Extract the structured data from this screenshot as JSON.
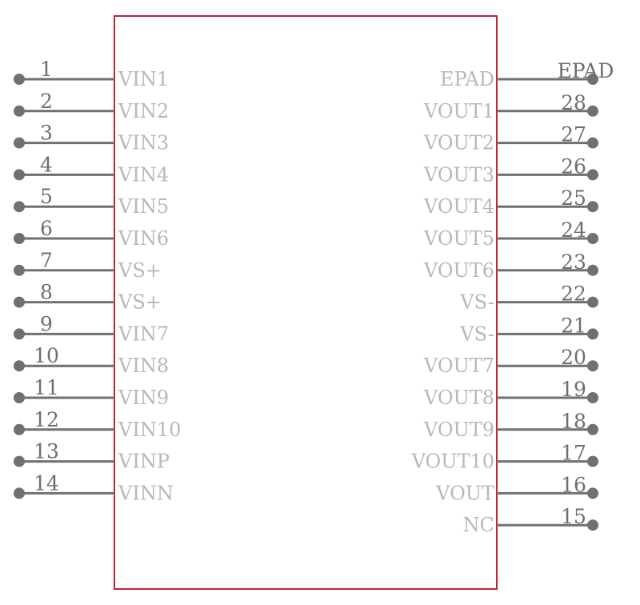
{
  "component": {
    "body_color": "#c0243c",
    "pin_color": "#707070",
    "pin_number_color": "#6e6e6e",
    "pin_name_color": "#b8b8b8"
  },
  "left_pins": [
    {
      "number": "1",
      "name": "VIN1"
    },
    {
      "number": "2",
      "name": "VIN2"
    },
    {
      "number": "3",
      "name": "VIN3"
    },
    {
      "number": "4",
      "name": "VIN4"
    },
    {
      "number": "5",
      "name": "VIN5"
    },
    {
      "number": "6",
      "name": "VIN6"
    },
    {
      "number": "7",
      "name": "VS+"
    },
    {
      "number": "8",
      "name": "VS+"
    },
    {
      "number": "9",
      "name": "VIN7"
    },
    {
      "number": "10",
      "name": "VIN8"
    },
    {
      "number": "11",
      "name": "VIN9"
    },
    {
      "number": "12",
      "name": "VIN10"
    },
    {
      "number": "13",
      "name": "VINP"
    },
    {
      "number": "14",
      "name": "VINN"
    }
  ],
  "right_pins": [
    {
      "number": "EPAD",
      "name": "EPAD"
    },
    {
      "number": "28",
      "name": "VOUT1"
    },
    {
      "number": "27",
      "name": "VOUT2"
    },
    {
      "number": "26",
      "name": "VOUT3"
    },
    {
      "number": "25",
      "name": "VOUT4"
    },
    {
      "number": "24",
      "name": "VOUT5"
    },
    {
      "number": "23",
      "name": "VOUT6"
    },
    {
      "number": "22",
      "name": "VS-"
    },
    {
      "number": "21",
      "name": "VS-"
    },
    {
      "number": "20",
      "name": "VOUT7"
    },
    {
      "number": "19",
      "name": "VOUT8"
    },
    {
      "number": "18",
      "name": "VOUT9"
    },
    {
      "number": "17",
      "name": "VOUT10"
    },
    {
      "number": "16",
      "name": "VOUT"
    },
    {
      "number": "15",
      "name": "NC"
    }
  ]
}
